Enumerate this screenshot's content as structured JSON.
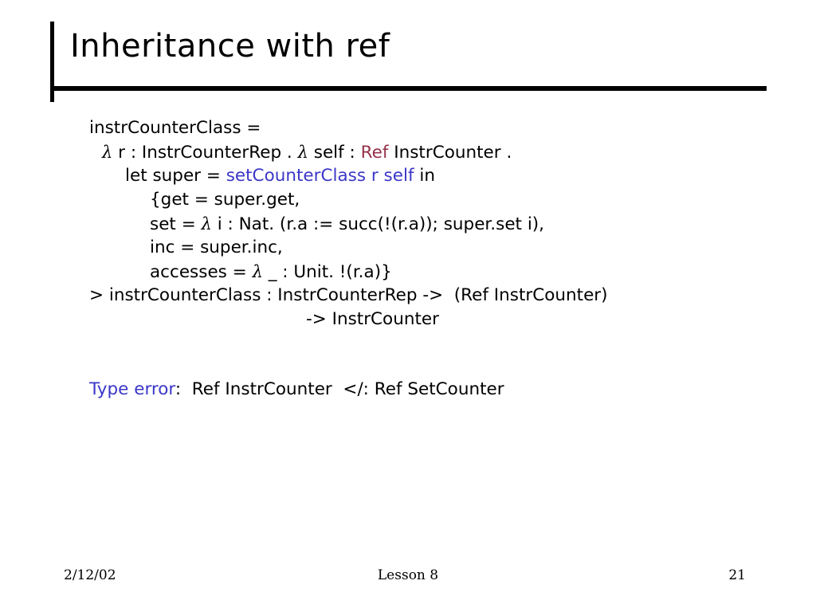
{
  "slide": {
    "title": "Inheritance with ref",
    "colors": {
      "text": "#000000",
      "keyword_red": "#96334A",
      "keyword_blue": "#3B37C8",
      "background": "#FFFFFF",
      "rule": "#000000"
    }
  },
  "code": {
    "line1": "instrCounterClass =",
    "line2": {
      "lambda": "λ",
      "a": " r : InstrCounterRep . ",
      "lambda2": "λ",
      "b": " self : ",
      "ref": "Ref",
      "c": " InstrCounter ."
    },
    "line3": {
      "a": "let super = ",
      "blue": "setCounterClass r self",
      "b": " in"
    },
    "line4": "{get = super.get,",
    "line5": {
      "a": "set = ",
      "lambda": "λ",
      "b": " i : Nat. (r.a := succ(!(r.a)); super.set i),"
    },
    "line6": "inc = super.inc,",
    "line7": {
      "a": "accesses = ",
      "lambda": "λ",
      "b": " _ : Unit. !(r.a)}"
    },
    "signature1": "> instrCounterClass : InstrCounterRep ->  (Ref InstrCounter)",
    "signature2": "-> InstrCounter"
  },
  "error": {
    "label": "Type error",
    "rest": ":  Ref InstrCounter  </: Ref SetCounter"
  },
  "footer": {
    "date": "2/12/02",
    "center": "Lesson 8",
    "page": "21"
  }
}
